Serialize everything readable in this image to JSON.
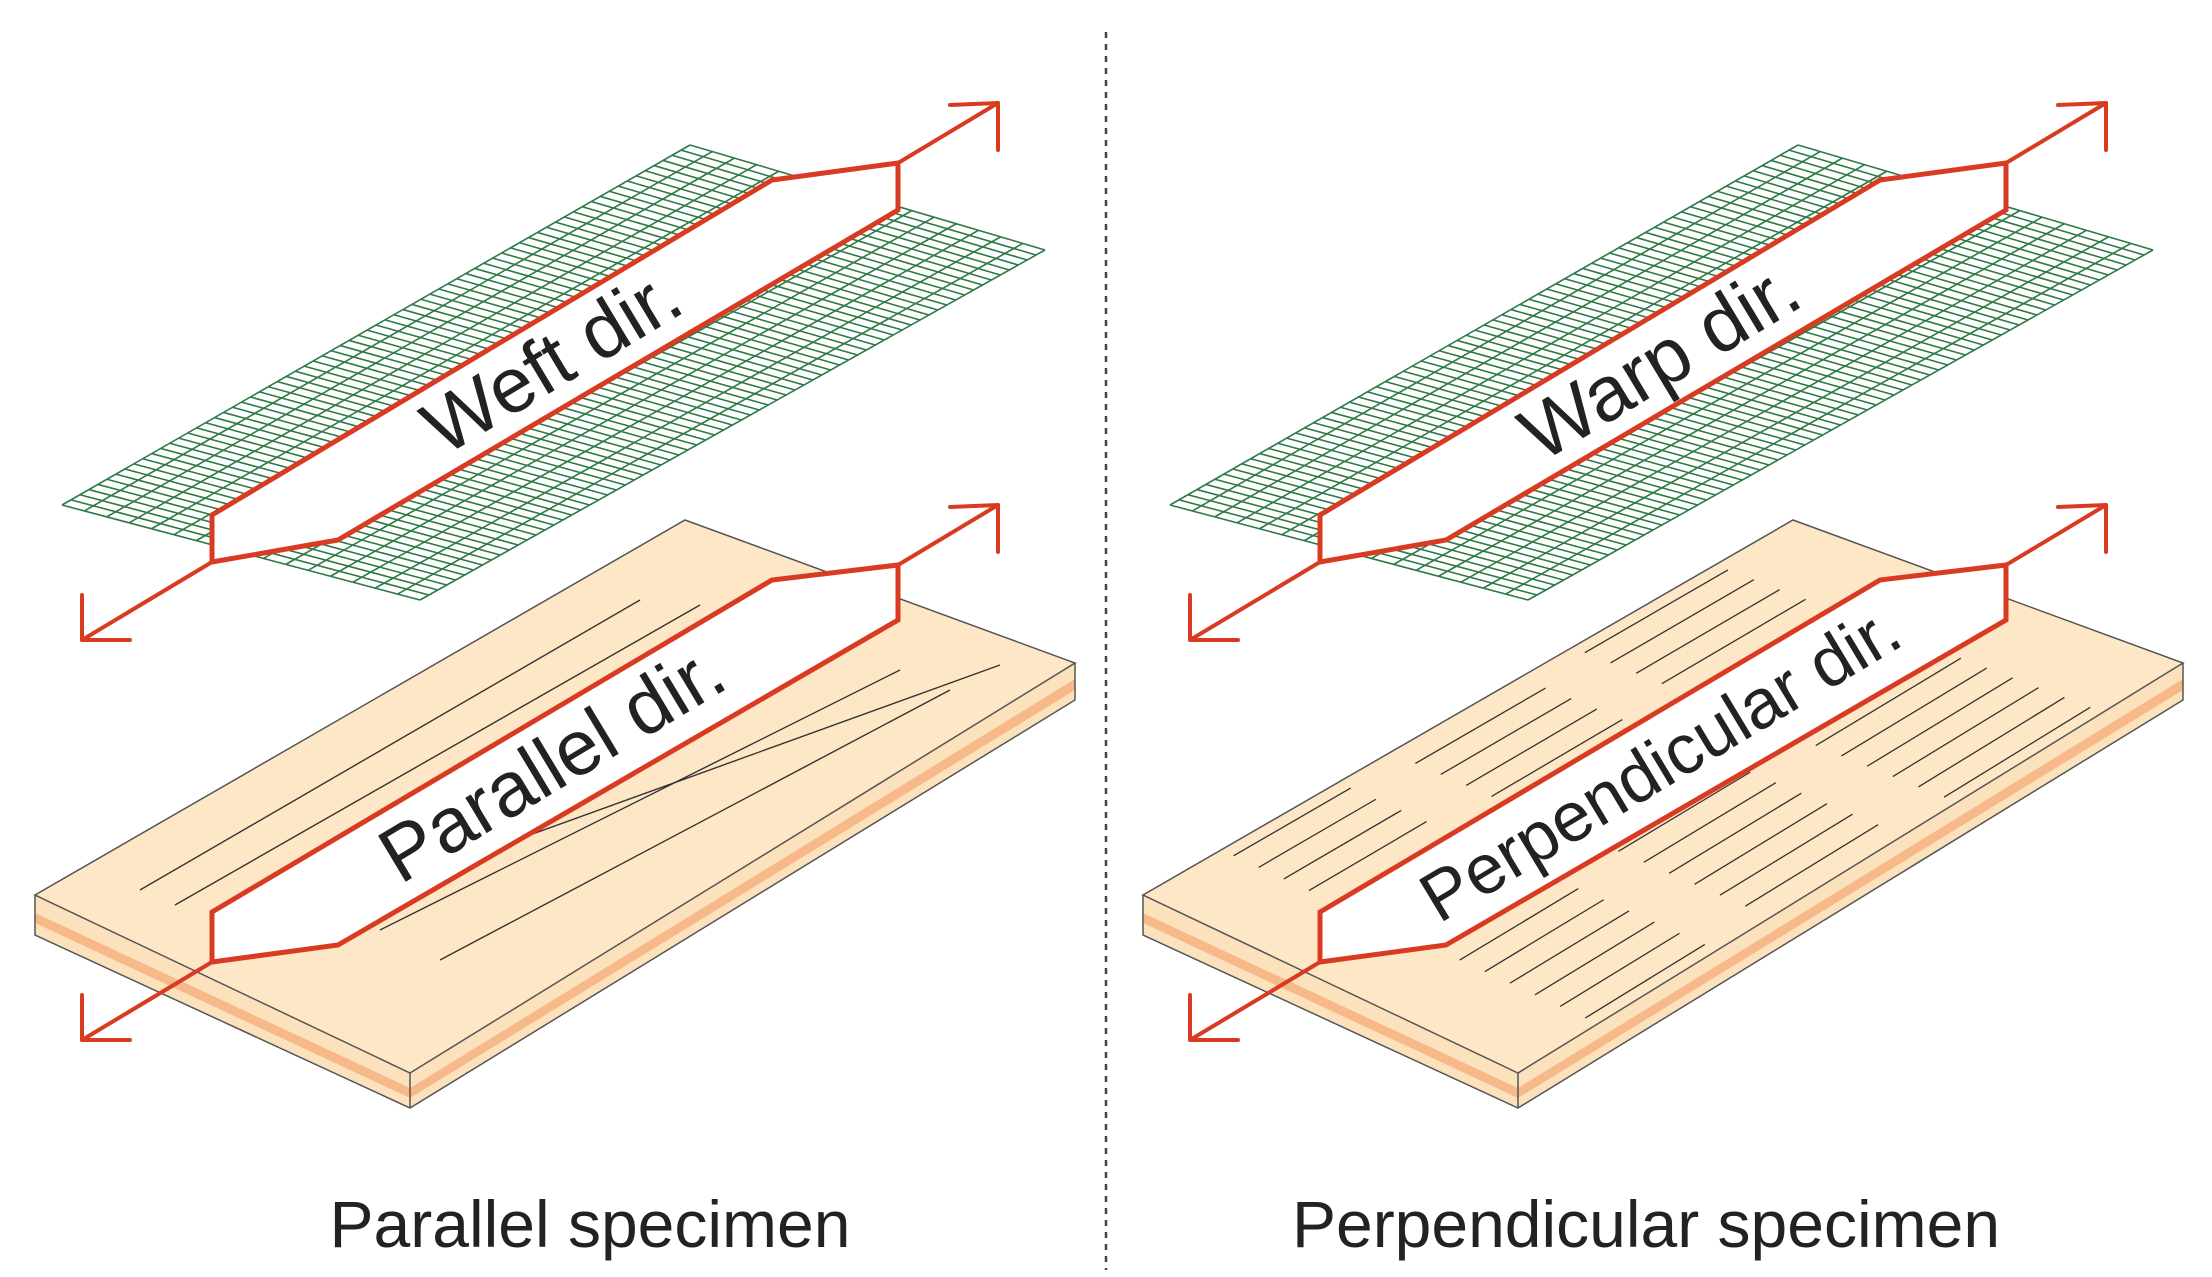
{
  "panels": [
    {
      "caption": "Parallel specimen",
      "fabric_label": "Weft dir.",
      "board_label": "Parallel dir.",
      "board_line_orientation": "parallel"
    },
    {
      "caption": "Perpendicular specimen",
      "fabric_label": "Warp dir.",
      "board_label": "Perpendicular dir.",
      "board_line_orientation": "perpendicular"
    }
  ],
  "colors": {
    "fabric_mesh": "#2d7a46",
    "specimen_outline": "#d93b22",
    "board_top": "#fde7c6",
    "board_side": "#fbe2bd",
    "board_edge_band": "#f7b989",
    "board_outline": "#555555",
    "divider": "#444444"
  }
}
